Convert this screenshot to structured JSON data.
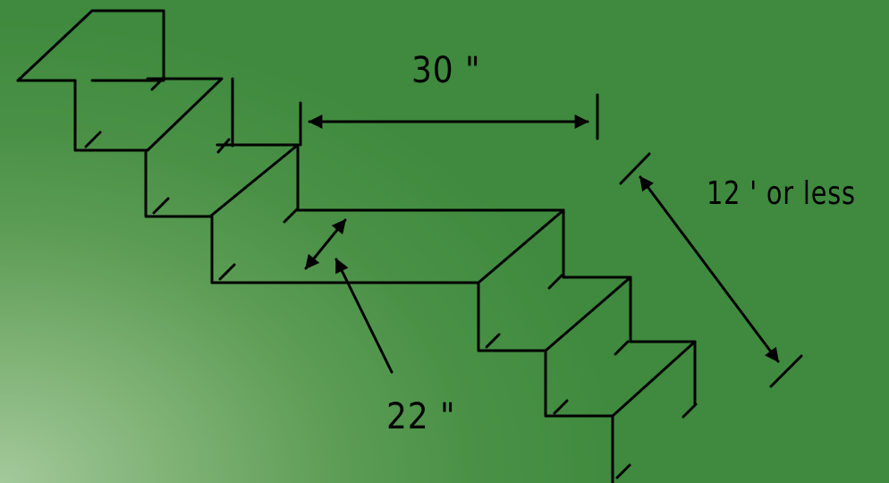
{
  "diagram": {
    "labels": {
      "landing_width": "30 \"",
      "run_limit": "12 ' or less",
      "landing_depth": "22 \""
    },
    "colors": {
      "line": "#000000",
      "background_light": "#a3c99b",
      "background_dark": "#3f8a3e"
    }
  }
}
